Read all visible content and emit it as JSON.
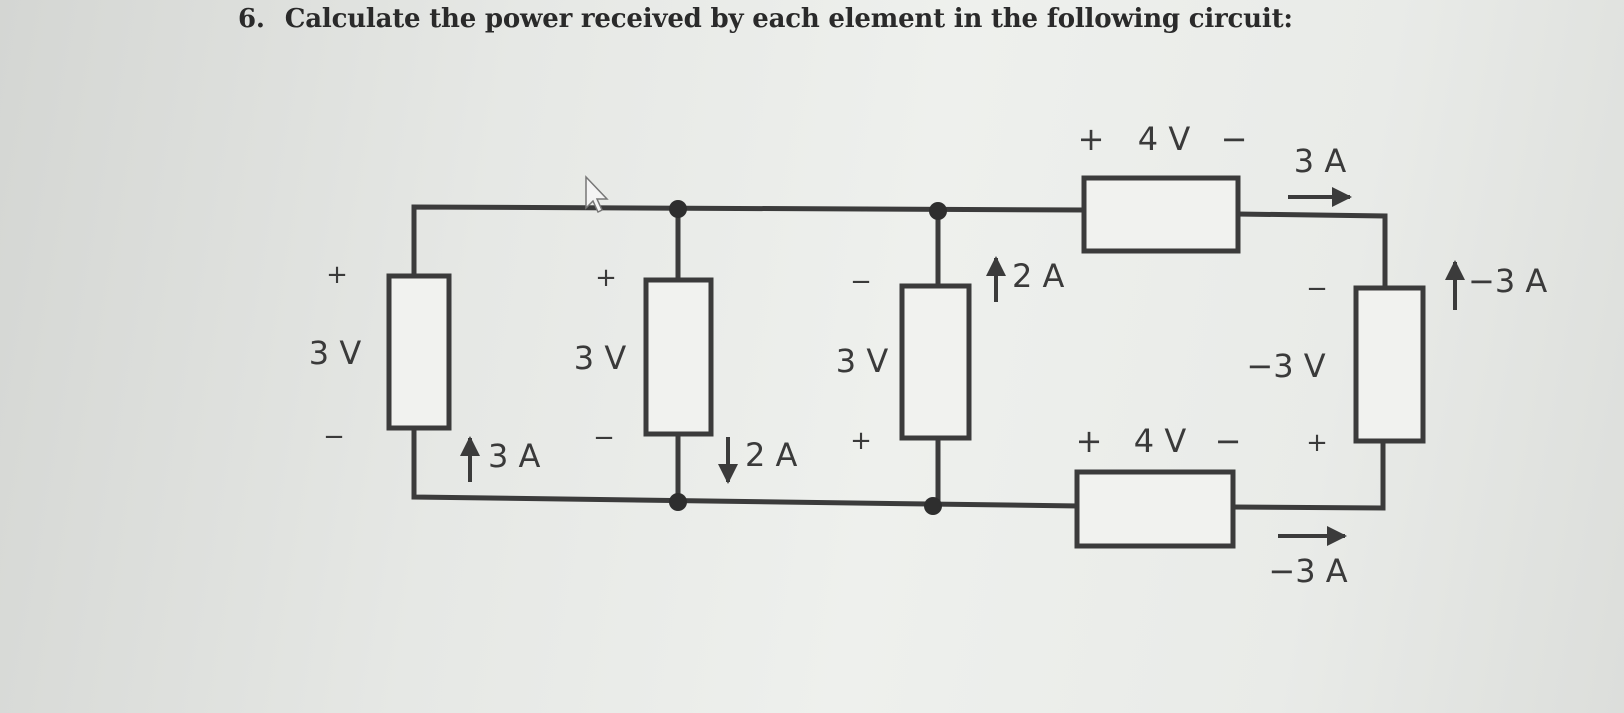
{
  "question": {
    "number": "6.",
    "text": "Calculate the power received by each element in the following circuit:"
  },
  "elements": {
    "e1": {
      "plus": "+",
      "minus": "−",
      "voltage": "3 V",
      "current": "3 A",
      "current_direction": "up"
    },
    "e2": {
      "plus": "+",
      "minus": "−",
      "voltage": "3 V",
      "current": "2 A",
      "current_direction": "down"
    },
    "e3": {
      "plus": "+",
      "minus": "−",
      "voltage": "3 V",
      "current": "2 A",
      "current_direction": "up"
    },
    "e4": {
      "plus": "+",
      "minus": "−",
      "voltage": "4 V",
      "current": "3 A",
      "current_direction": "right"
    },
    "e5": {
      "plus": "+",
      "minus": "−",
      "voltage": "−3 V",
      "current": "−3 A",
      "current_direction": "up"
    },
    "e6": {
      "plus": "+",
      "minus": "−",
      "voltage": "4 V",
      "current": "−3 A",
      "current_direction": "right"
    }
  },
  "colors": {
    "wire": "#3b3b3b",
    "element_fill": "#f1f2ef",
    "text": "#3a3a3a"
  }
}
